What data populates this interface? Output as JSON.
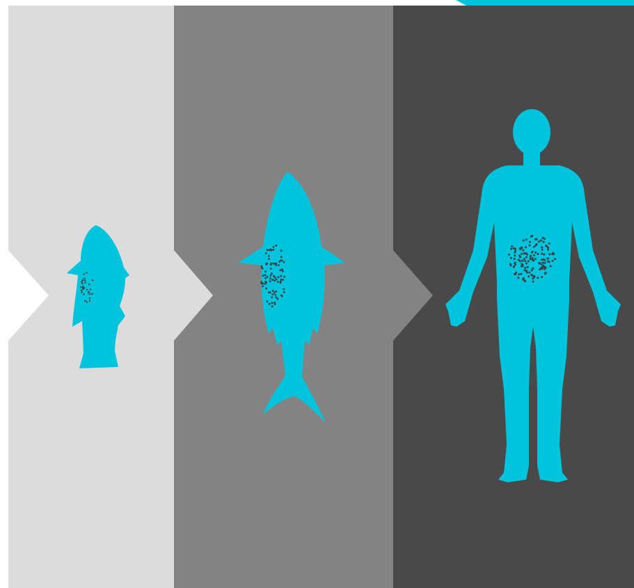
{
  "diagram": {
    "stages": [
      {
        "id": "small-fish",
        "subject": "small-fish-icon",
        "contains_particles": true
      },
      {
        "id": "large-fish",
        "subject": "tuna-icon",
        "contains_particles": true
      },
      {
        "id": "human",
        "subject": "human-body-icon",
        "contains_particles": true
      }
    ],
    "flow_direction": "left-to-right"
  },
  "colors": {
    "panel_1": "#dcdcdc",
    "panel_2": "#838383",
    "panel_3": "#494949",
    "silhouette": "#00c3dc",
    "particles": "#3a3f44",
    "edge": "#ffffff"
  }
}
